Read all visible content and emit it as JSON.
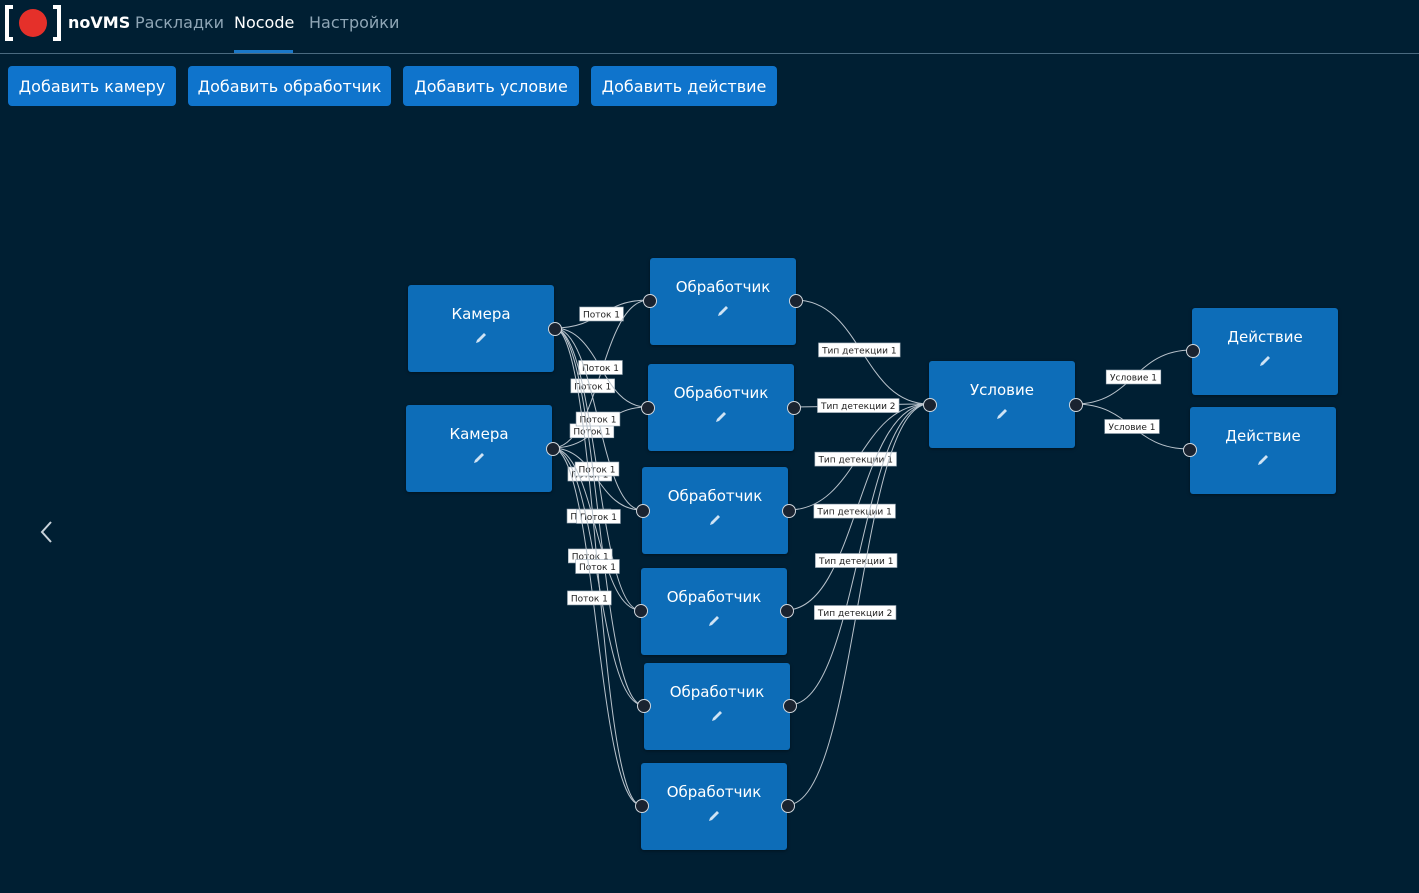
{
  "app": {
    "brand": "noVMS",
    "brand_color": "#e5302a"
  },
  "nav": {
    "tabs": [
      "Раскладки",
      "Nocode",
      "Настройки"
    ],
    "active": "Nocode"
  },
  "toolbar": {
    "add_camera": "Добавить камеру",
    "add_handler": "Добавить обработчик",
    "add_condition": "Добавить условие",
    "add_action": "Добавить действие"
  },
  "nodes": {
    "camera_1": "Камера",
    "camera_2": "Камера",
    "handler_1": "Обработчик",
    "handler_2": "Обработчик",
    "handler_3": "Обработчик",
    "handler_4": "Обработчик",
    "handler_5": "Обработчик",
    "handler_6": "Обработчик",
    "condition": "Условие",
    "action_1": "Действие",
    "action_2": "Действие"
  },
  "edge_labels": {
    "stream": "Поток 1",
    "detection_1": "Тип детекции 1",
    "detection_2": "Тип детекции 2",
    "condition_1": "Условие 1"
  },
  "icons": {
    "edit": "pencil-icon",
    "back": "chevron-left-icon"
  },
  "colors": {
    "background": "#001f33",
    "node": "#0d6db8",
    "button": "#0f74cc",
    "tab_underline": "#1b78c8"
  }
}
